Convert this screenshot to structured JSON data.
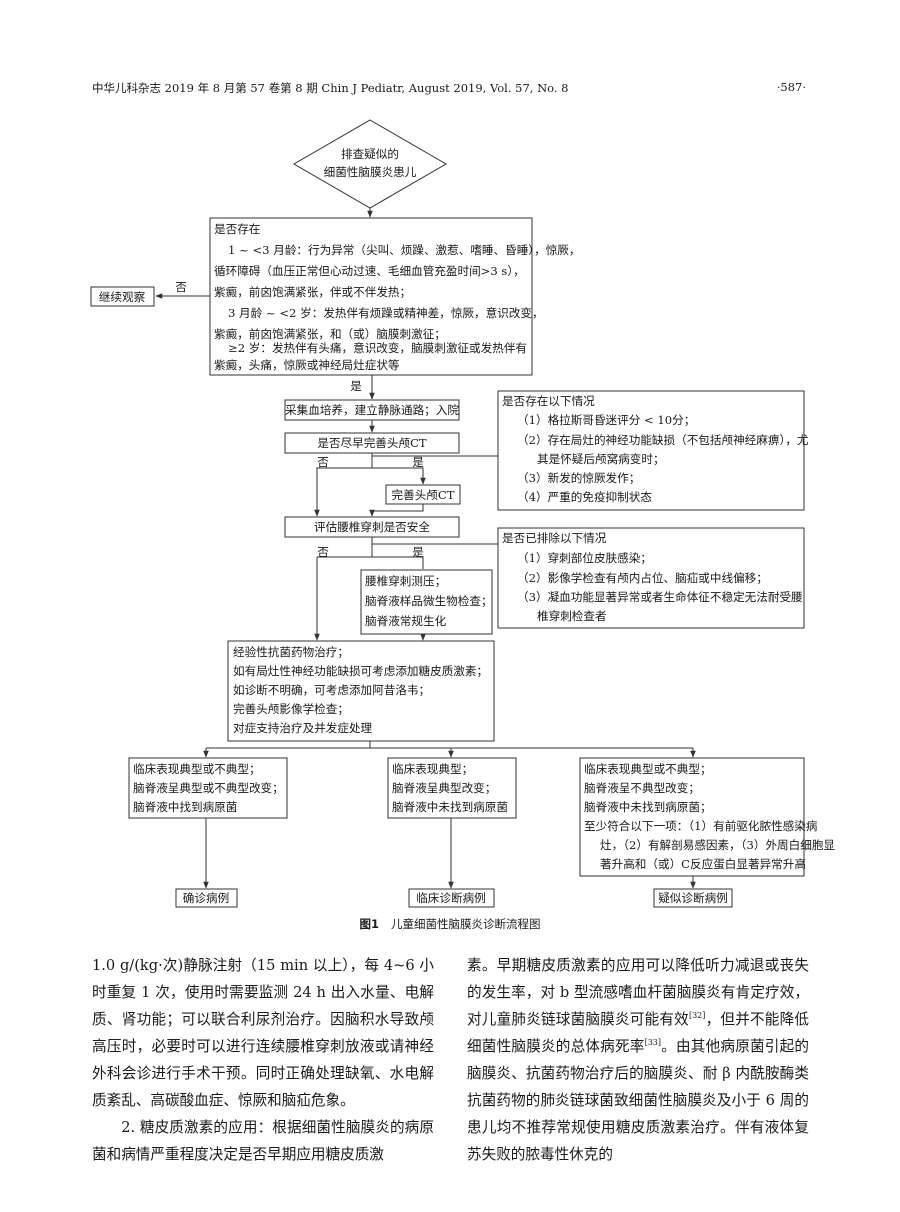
{
  "header": {
    "left": "中华儿科杂志 2019 年 8 月第 57 卷第 8 期   Chin J Pediatr, August 2019, Vol. 57, No. 8",
    "page_number": "·587·"
  },
  "figure": {
    "caption_label": "图1",
    "caption_text": "儿童细菌性脑膜炎诊断流程图",
    "start": [
      "排查疑似的",
      "细菌性脑膜炎患儿"
    ],
    "screen": [
      "是否存在",
      "1 ~ <3 月龄：行为异常（尖叫、烦躁、激惹、嗜睡、昏睡），惊厥，",
      "循环障碍（血压正常但心动过速、毛细血管充盈时间>3 s），",
      "紫癜，前囟饱满紧张，伴或不伴发热；",
      "3 月龄 ~ <2 岁：发热伴有烦躁或精神差，惊厥，意识改变，",
      "紫癜，前囟饱满紧张，和（或）脑膜刺激征；",
      "≥2 岁：发热伴有头痛，意识改变，脑膜刺激征或发热伴有",
      "紫癜，头痛，惊厥或神经局灶症状等"
    ],
    "observe": "继续观察",
    "label_no": "否",
    "label_yes": "是",
    "blood_culture": "采集血培养，建立静脉通路；入院",
    "ct_decision": "是否尽早完善头颅CT",
    "ct_done": "完善头颅CT",
    "ct_criteria": [
      "是否存在以下情况",
      "（1）格拉斯哥昏迷评分 < 10分；",
      "（2）存在局灶的神经功能缺损（不包括颅神经麻痹），尤",
      "其是怀疑后颅窝病变时；",
      "（3）新发的惊厥发作；",
      "（4）严重的免疫抑制状态"
    ],
    "lp_safe": "评估腰椎穿刺是否安全",
    "lp_criteria": [
      "是否已排除以下情况",
      "（1）穿刺部位皮肤感染；",
      "（2）影像学检查有颅内占位、脑疝或中线偏移；",
      "（3）凝血功能显著异常或者生命体征不稳定无法耐受腰",
      "椎穿刺检查者"
    ],
    "lp_tests": [
      "腰椎穿刺测压；",
      "脑脊液样品微生物检查；",
      "脑脊液常规生化"
    ],
    "treatment": [
      "经验性抗菌药物治疗；",
      "如有局灶性神经功能缺损可考虑添加糖皮质激素；",
      "如诊断不明确，可考虑添加阿昔洛韦；",
      "完善头颅影像学检查；",
      "对症支持治疗及并发症处理"
    ],
    "outcome_confirmed": [
      "临床表现典型或不典型；",
      "脑脊液呈典型或不典型改变；",
      "脑脊液中找到病原菌"
    ],
    "outcome_clinical": [
      "临床表现典型；",
      "脑脊液呈典型改变；",
      "脑脊液中未找到病原菌"
    ],
    "outcome_suspected": [
      "临床表现典型或不典型；",
      "脑脊液呈不典型改变；",
      "脑脊液中未找到病原菌；",
      "至少符合以下一项：（1）有前驱化脓性感染病",
      "灶，（2）有解剖易感因素，（3）外周白细胞显",
      "著升高和（或）C反应蛋白显著异常升高"
    ],
    "result_confirmed": "确诊病例",
    "result_clinical": "临床诊断病例",
    "result_suspected": "疑似诊断病例"
  },
  "body": {
    "left_p1": "1.0 g/(kg·次)静脉注射（15 min 以上），每 4~6 小时重复 1 次，使用时需要监测 24 h 出入水量、电解质、肾功能；可以联合利尿剂治疗。因脑积水导致颅高压时，必要时可以进行连续腰椎穿刺放液或请神经外科会诊进行手术干预。同时正确处理缺氧、水电解质紊乱、高碳酸血症、惊厥和脑疝危象。",
    "left_p2": "2. 糖皮质激素的应用：根据细菌性脑膜炎的病原菌和病情严重程度决定是否早期应用糖皮质激",
    "right_p1a": "素。早期糖皮质激素的应用可以降低听力减退或丧失的发生率，对 b 型流感嗜血杆菌脑膜炎有肯定疗效，对儿童肺炎链球菌脑膜炎可能有效",
    "ref_32": "[32]",
    "right_p1b": "，但并不能降低细菌性脑膜炎的总体病死率",
    "ref_33": "[33]",
    "right_p1c": "。由其他病原菌引起的脑膜炎、抗菌药物治疗后的脑膜炎、耐 β 内酰胺酶类抗菌药物的肺炎链球菌致细菌性脑膜炎及小于 6 周的患儿均不推荐常规使用糖皮质激素治疗。伴有液体复苏失败的脓毒性休克的"
  }
}
